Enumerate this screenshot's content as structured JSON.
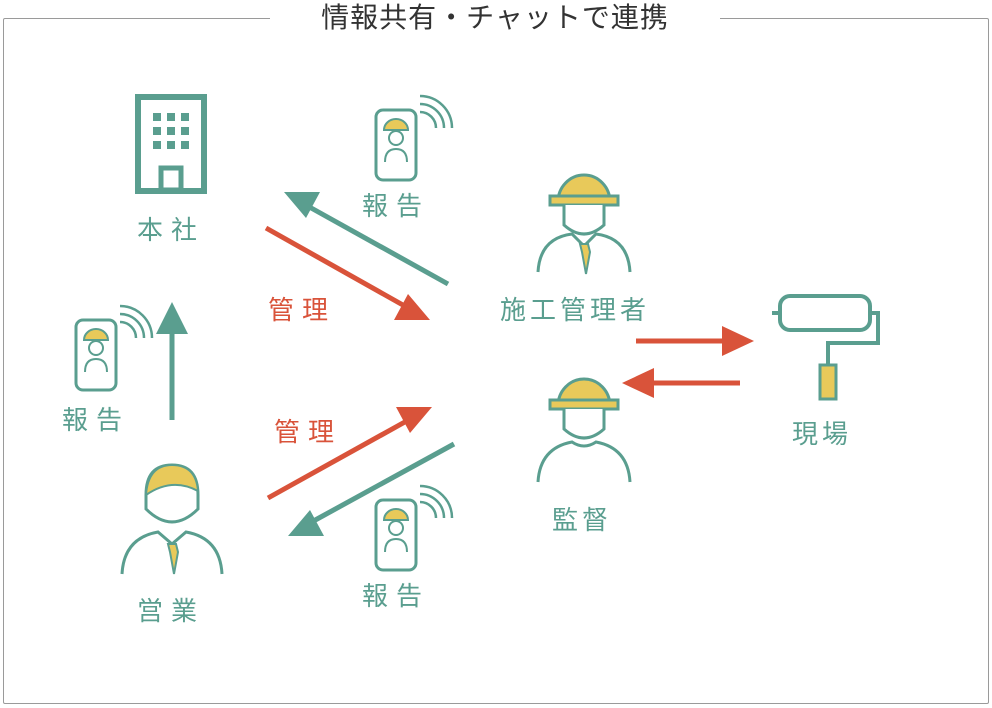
{
  "title": "情報共有・チャットで連携",
  "nodes": {
    "head_office": "本社",
    "sales": "営業",
    "construction_manager": "施工管理者",
    "supervisor": "監督",
    "site": "現場"
  },
  "edges": {
    "report_1": "報告",
    "report_2": "報告",
    "report_3": "報告",
    "manage_1": "管理",
    "manage_2": "管理"
  },
  "colors": {
    "teal": "#5a9e8f",
    "red": "#d9533a",
    "yellow": "#e8c95a",
    "frame": "#9a9a9a"
  }
}
